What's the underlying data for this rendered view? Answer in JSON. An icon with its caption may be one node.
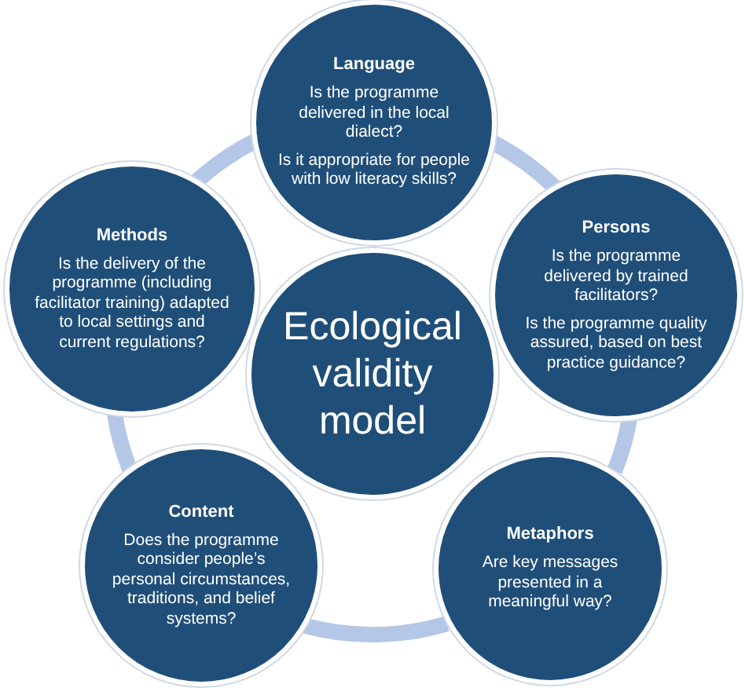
{
  "diagram": {
    "nodes": [
      {
        "text": [
          "Ecological validity model"
        ]
      },
      {
        "text": [
          "Language",
          "Is the programme delivered in the local dialect?",
          "Is it appropriate for people with low literacy skills?"
        ]
      },
      {
        "text": [
          "Persons",
          "Is the programme delivered by trained facilitators?",
          "Is the programme quality assured, based on best practice guidance?"
        ]
      },
      {
        "text": [
          "Metaphors",
          "Are key messages presented in a meaningful way?"
        ]
      },
      {
        "text": [
          "Content",
          "Does the programme consider people’s personal circumstances, traditions, and belief systems?"
        ]
      },
      {
        "text": [
          "Methods",
          "Is the delivery of the programme (including facilitator training) adapted to local settings and current regulations?"
        ]
      }
    ],
    "edges": [
      {
        "from": 1,
        "to": 2,
        "arrow": "none"
      },
      {
        "from": 2,
        "to": 3,
        "arrow": "none"
      },
      {
        "from": 3,
        "to": 4,
        "arrow": "none"
      },
      {
        "from": 4,
        "to": 5,
        "arrow": "none"
      },
      {
        "from": 5,
        "to": 1,
        "arrow": "none"
      }
    ]
  }
}
